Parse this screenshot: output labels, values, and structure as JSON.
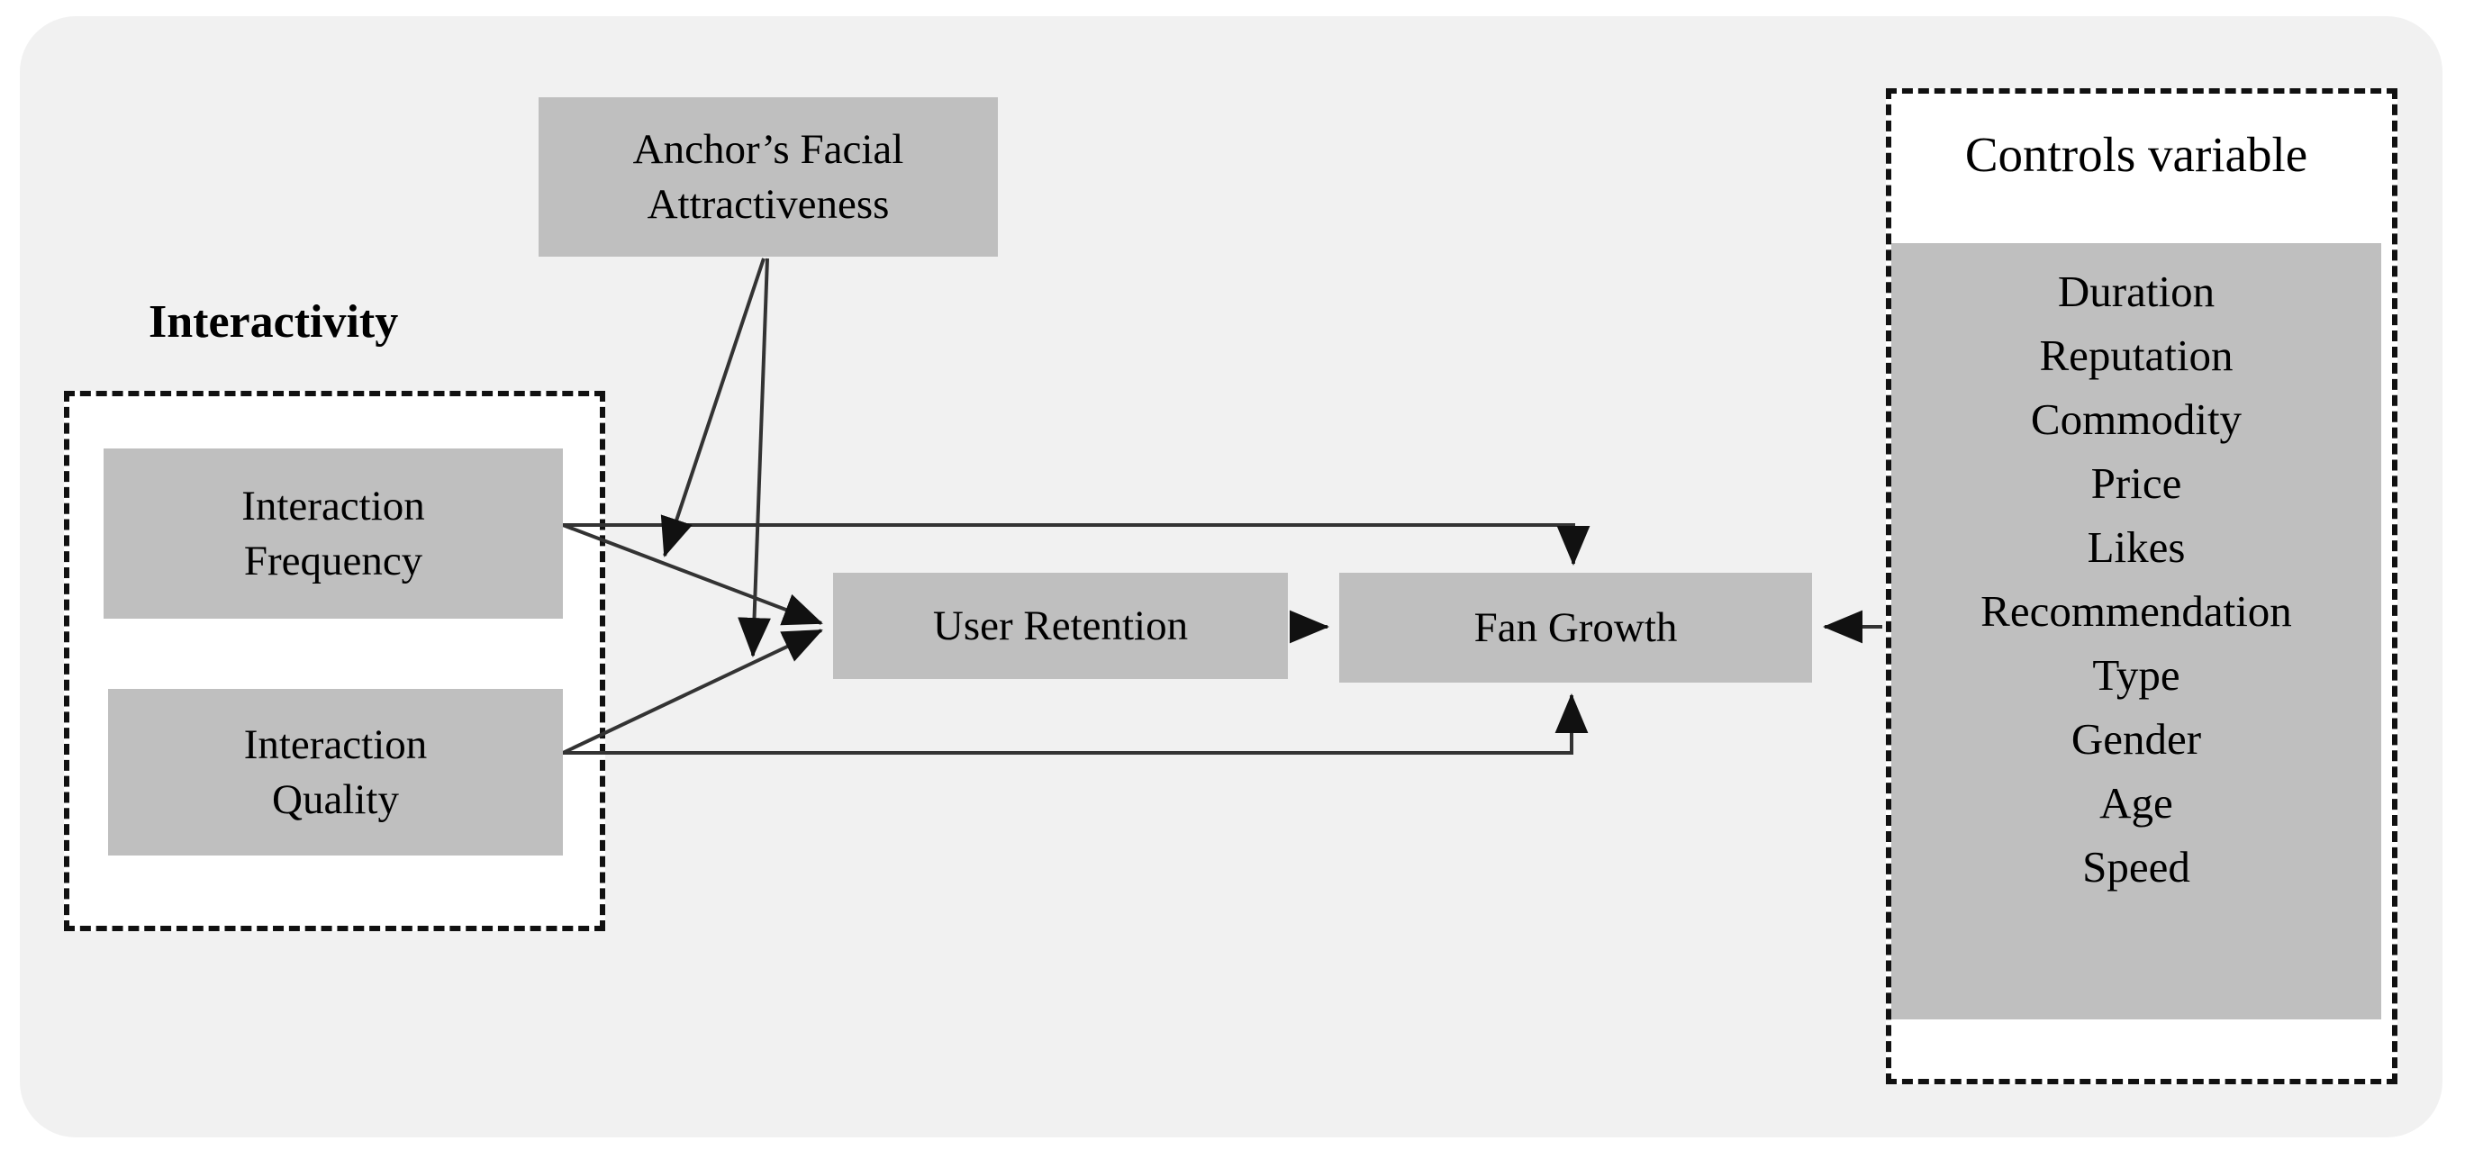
{
  "figure": {
    "background_color": "#f1f1f1",
    "node_fill": "#bfbfbf",
    "line_color": "#333333"
  },
  "groups": {
    "interactivity": {
      "title": "Interactivity",
      "items": [
        {
          "label": "Interaction\nFrequency"
        },
        {
          "label": "Interaction\nQuality"
        }
      ]
    },
    "controls": {
      "title": "Controls variable",
      "items": [
        "Duration",
        "Reputation",
        "Commodity",
        "Price",
        "Likes",
        "Recommendation",
        "Type",
        "Gender",
        "Age",
        "Speed"
      ]
    }
  },
  "nodes": {
    "anchor": {
      "label": "Anchor’s Facial\nAttractiveness"
    },
    "interaction_frequency": {
      "label": "Interaction\nFrequency"
    },
    "interaction_quality": {
      "label": "Interaction\nQuality"
    },
    "user_retention": {
      "label": "User Retention"
    },
    "fan_growth": {
      "label": "Fan Growth"
    }
  },
  "chart_data": {
    "type": "diagram",
    "title": "",
    "nodes": [
      {
        "id": "anchor",
        "label": "Anchor’s Facial Attractiveness",
        "group": null
      },
      {
        "id": "interaction_frequency",
        "label": "Interaction Frequency",
        "group": "Interactivity"
      },
      {
        "id": "interaction_quality",
        "label": "Interaction Quality",
        "group": "Interactivity"
      },
      {
        "id": "user_retention",
        "label": "User Retention",
        "group": null
      },
      {
        "id": "fan_growth",
        "label": "Fan Growth",
        "group": null
      },
      {
        "id": "controls",
        "label": "Controls variable",
        "group": null
      }
    ],
    "edges": [
      {
        "from": "interaction_frequency",
        "to": "user_retention",
        "style": "solid-arrow"
      },
      {
        "from": "interaction_quality",
        "to": "user_retention",
        "style": "solid-arrow"
      },
      {
        "from": "user_retention",
        "to": "fan_growth",
        "style": "solid-arrow"
      },
      {
        "from": "interaction_frequency",
        "to": "fan_growth",
        "style": "elbow-arrow"
      },
      {
        "from": "interaction_quality",
        "to": "fan_growth",
        "style": "elbow-arrow"
      },
      {
        "from": "anchor",
        "to": "interaction_frequency__user_retention",
        "style": "moderator-arrow"
      },
      {
        "from": "anchor",
        "to": "interaction_quality__user_retention",
        "style": "moderator-arrow"
      },
      {
        "from": "controls",
        "to": "fan_growth",
        "style": "solid-arrow"
      }
    ]
  }
}
